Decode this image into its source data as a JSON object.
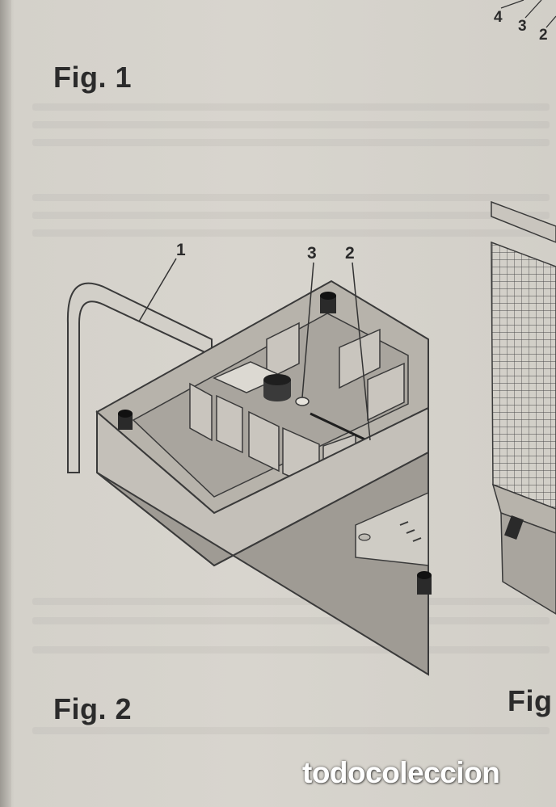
{
  "figures": {
    "fig1_label": "Fig. 1",
    "fig2_label": "Fig. 2",
    "fig3_partial_label": "Fig"
  },
  "callouts": {
    "c1": "1",
    "c2": "2",
    "c3": "3"
  },
  "top_right_callouts": {
    "n4": "4",
    "n3": "3",
    "n2": "2"
  },
  "watermark": "todocoleccion"
}
